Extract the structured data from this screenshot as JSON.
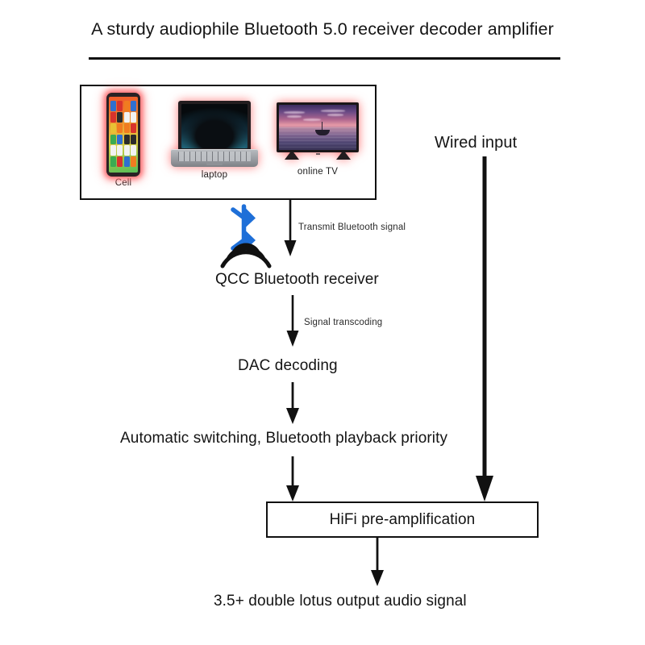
{
  "title": "A sturdy audiophile Bluetooth 5.0 receiver decoder amplifier",
  "devices": {
    "box_label": "source-devices",
    "items": [
      {
        "name": "cell",
        "caption": "Cell",
        "icon": "smartphone-icon"
      },
      {
        "name": "laptop",
        "caption": "laptop",
        "icon": "laptop-icon"
      },
      {
        "name": "tv",
        "caption": "online TV",
        "icon": "television-icon"
      }
    ]
  },
  "bluetooth": {
    "icon": "bluetooth-signal-icon",
    "glyph_color": "#1E6FD8",
    "wave_color": "#111111"
  },
  "flow": {
    "qcc_receiver": "QCC Bluetooth receiver",
    "dac_decoding": "DAC decoding",
    "auto_switching": "Automatic switching, Bluetooth playback priority",
    "hifi_preamp": "HiFi pre-amplification",
    "output": "3.5+ double lotus output audio signal"
  },
  "edges": {
    "transmit": "Transmit Bluetooth signal",
    "transcoding": "Signal transcoding"
  },
  "wired": {
    "label": "Wired input"
  },
  "colors": {
    "stroke": "#111111",
    "text": "#141414",
    "bluetooth_blue": "#1E6FD8",
    "device_glow": "#FF5A5F",
    "background": "#FFFFFF"
  }
}
